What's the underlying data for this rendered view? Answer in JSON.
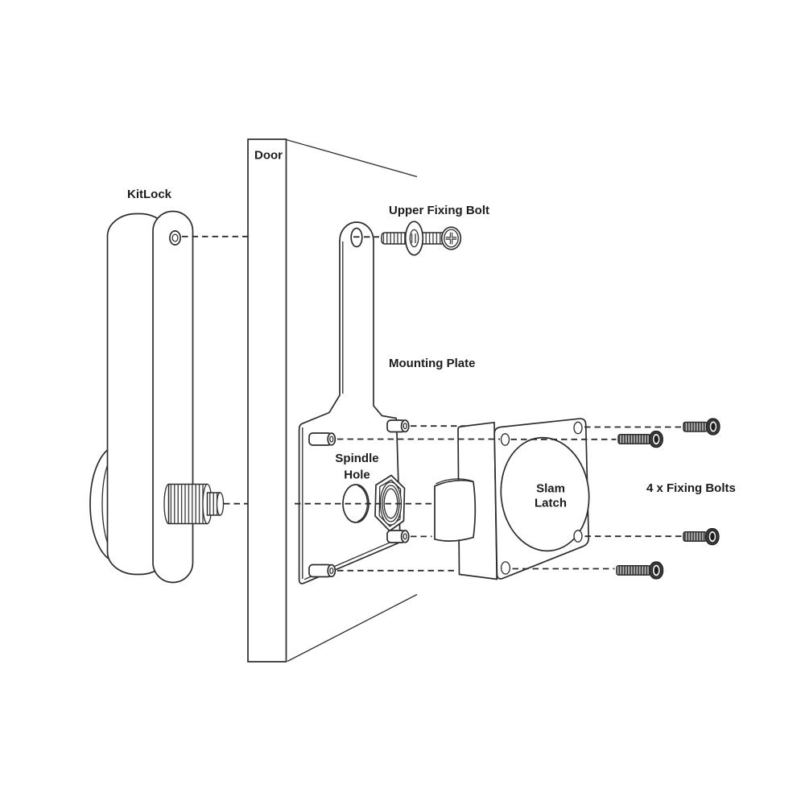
{
  "diagram": {
    "type": "exploded-assembly-diagram",
    "subject": "KitLock lock fitting to door with mounting plate and slam latch",
    "labels": {
      "kitlock": "KitLock",
      "door": "Door",
      "upper_fixing_bolt": "Upper Fixing Bolt",
      "mounting_plate": "Mounting Plate",
      "spindle_hole": [
        "Spindle",
        "Hole"
      ],
      "slam_latch": [
        "Slam",
        "Latch"
      ],
      "fixing_bolts": "4 x Fixing Bolts"
    },
    "colors": {
      "background": "#ffffff",
      "line": "#2c2c2c",
      "text": "#1c1c1c",
      "bolt_head_fill": "#3d3d3d",
      "bolt_shaft_fill": "#909090"
    }
  }
}
